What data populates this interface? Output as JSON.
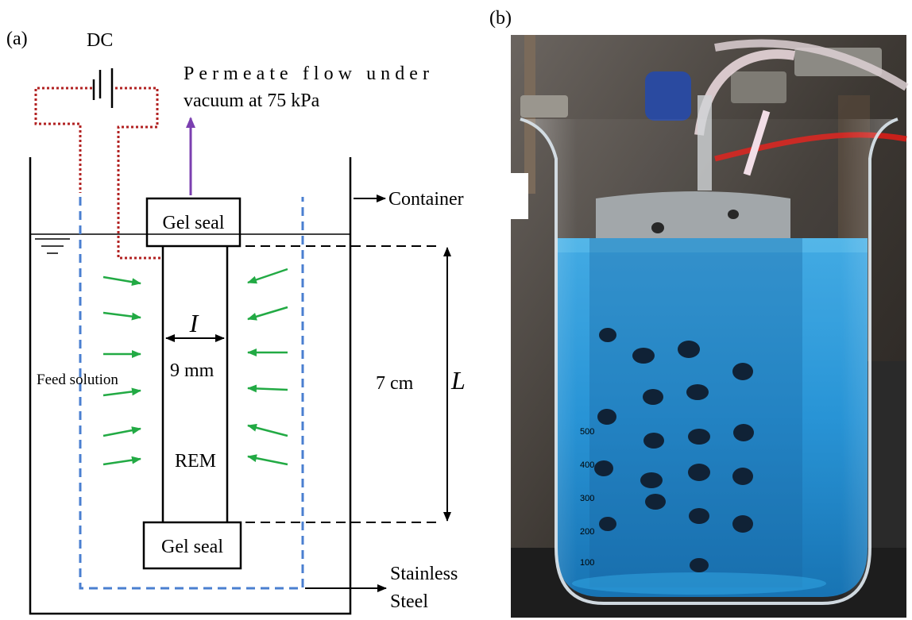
{
  "panel_a": {
    "tag": "(a)",
    "dc_label": "DC",
    "permeate_line1": "Permeate flow under",
    "permeate_line2": "vacuum at 75 kPa",
    "container_label": "Container",
    "gel_seal_top": "Gel seal",
    "gel_seal_bottom": "Gel seal",
    "width_symbol": "I",
    "width_value": "9 mm",
    "feed_label": "Feed solution",
    "rem_label": "REM",
    "height_value": "7 cm",
    "height_symbol": "L",
    "steel_line1": "Stainless",
    "steel_line2": "Steel",
    "colors": {
      "circuit": "#b22222",
      "steel_mesh": "#4a7fd0",
      "flow_arrows": "#22aa44",
      "permeate_arrow": "#7b3fb0",
      "lines": "#000000"
    }
  },
  "panel_b": {
    "tag": "(b)",
    "beaker_marks": [
      "500",
      "400",
      "300",
      "200",
      "100"
    ],
    "colors": {
      "background": "#4a443e",
      "liquid": "#1f95d8",
      "liquid_deep": "#0f6fb0",
      "holes": "#102236",
      "bench": "#222222",
      "cap": "#2a4aa0",
      "wire": "#c8201a"
    }
  }
}
